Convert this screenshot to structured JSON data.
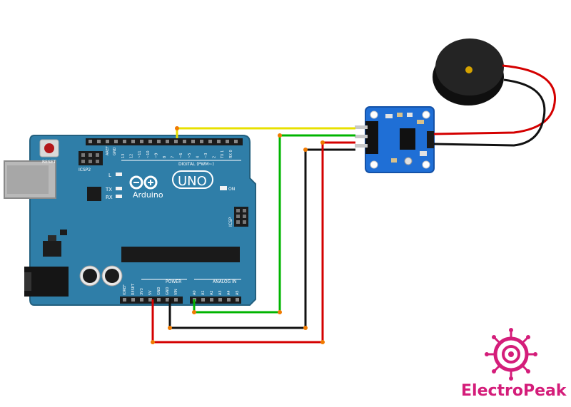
{
  "board": {
    "reset_label": "RESET",
    "icsp2_label": "ICSP2",
    "icsp_label": "ICSP",
    "aref_label": "AREF",
    "gnd_label": "GND",
    "digital_pins": [
      "13",
      "12",
      "~11",
      "~10",
      "~9",
      "8",
      "7",
      "~6",
      "~5",
      "4",
      "~3",
      "2",
      "TX 1",
      "RX 0"
    ],
    "digital_label": "DIGITAL (PWM~)",
    "led_l": "L",
    "led_tx": "TX",
    "led_rx": "RX",
    "logo_text": "Arduino",
    "uno_text": "UNO",
    "on_label": "ON",
    "power_label": "POWER",
    "power_pins": [
      "IOREF",
      "RESET",
      "3V3",
      "5V",
      "GND",
      "GND",
      "VIN"
    ],
    "analog_label": "ANALOG IN",
    "analog_pins": [
      "A0",
      "A1",
      "A2",
      "A3",
      "A4",
      "A5"
    ]
  },
  "wires": {
    "signal_color": "#e8e000",
    "green_color": "#00b400",
    "ground_color": "#111111",
    "power_color": "#d40000"
  },
  "colors": {
    "board": "#2f7ea8",
    "module": "#1f6fd6",
    "buzzer": "#1a1a1a",
    "brand": "#d41d7a"
  },
  "brand": {
    "name": "ElectroPeak"
  }
}
